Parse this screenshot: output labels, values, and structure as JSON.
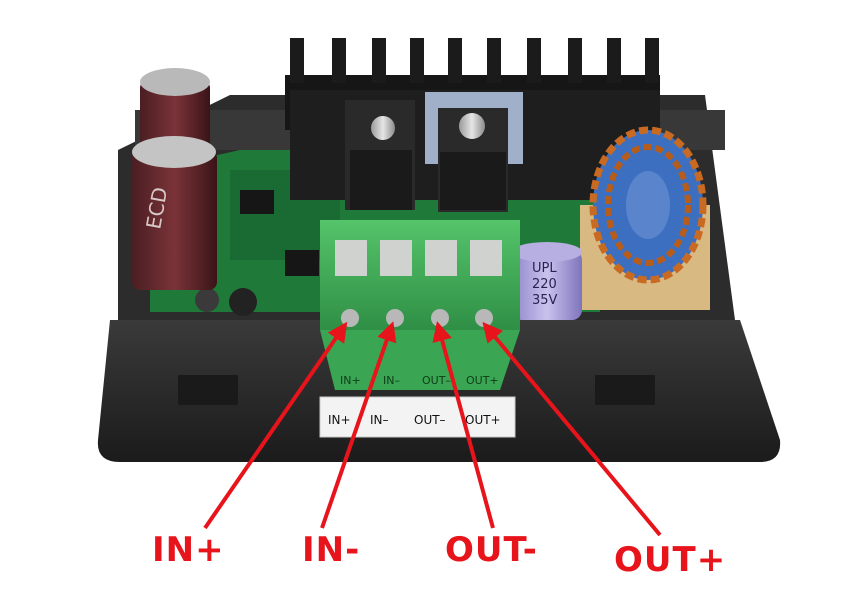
{
  "callouts": {
    "in_plus": "IN+",
    "in_minus": "IN-",
    "out_minus": "OUT-",
    "out_plus": "OUT+"
  },
  "terminal_labels": [
    "IN+",
    "IN–",
    "OUT–",
    "OUT+"
  ],
  "sticker_labels": [
    "IN+",
    "IN–",
    "OUT–",
    "OUT+"
  ],
  "capacitor_text": {
    "line1": "UPL",
    "line2": "220",
    "line3": "35V"
  },
  "big_capacitor_text": "ECD",
  "colors": {
    "arrow": "#e8141b",
    "terminal_block": "#3fae55",
    "pcb": "#1f7a3a",
    "enclosure": "#2b2b2b",
    "heatsink": "#1a1a1a",
    "copper": "#c96a22"
  }
}
